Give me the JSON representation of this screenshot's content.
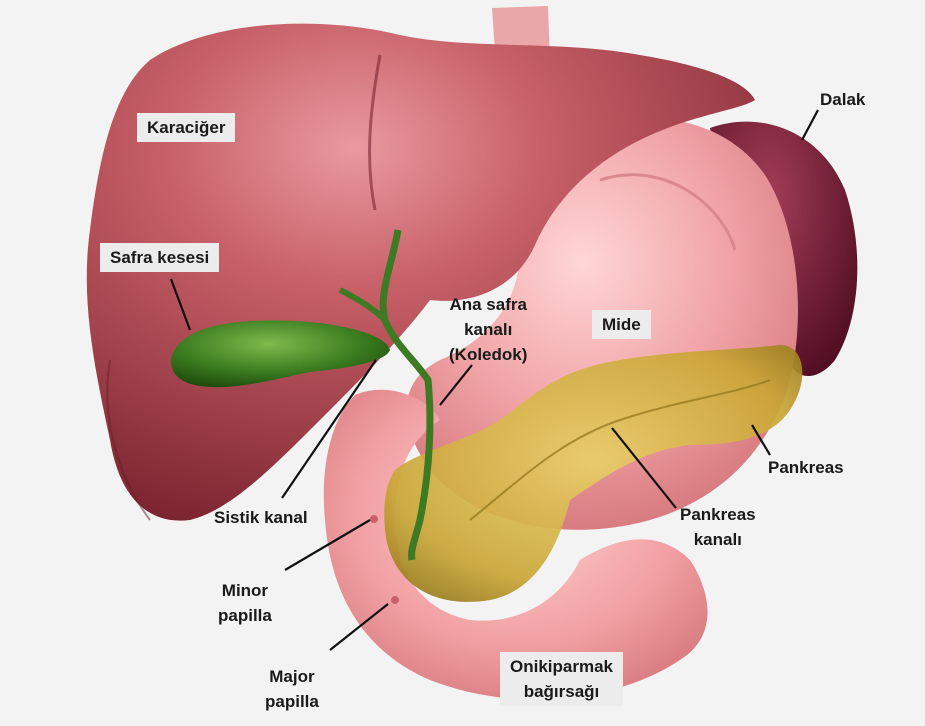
{
  "labels": {
    "liver": "Karaciğer",
    "gallbladder": "Safra kesesi",
    "common_bile_duct": [
      "Ana safra",
      "kanalı",
      "(Koledok)"
    ],
    "stomach": "Mide",
    "spleen": "Dalak",
    "pancreas": "Pankreas",
    "pancreatic_duct": [
      "Pankreas",
      "kanalı"
    ],
    "cystic_duct": "Sistik kanal",
    "minor_papilla": [
      "Minor",
      "papilla"
    ],
    "major_papilla": [
      "Major",
      "papilla"
    ],
    "duodenum": [
      "Onikiparmak",
      "bağırsağı"
    ]
  },
  "colors": {
    "background": "#f3f3f3",
    "liver": "#9c3a44",
    "stomach": "#e48a8e",
    "duodenum": "#ee9ea0",
    "spleen": "#6e1a32",
    "pancreas": "#c9a634",
    "gallbladder": "#2f6a1a"
  }
}
